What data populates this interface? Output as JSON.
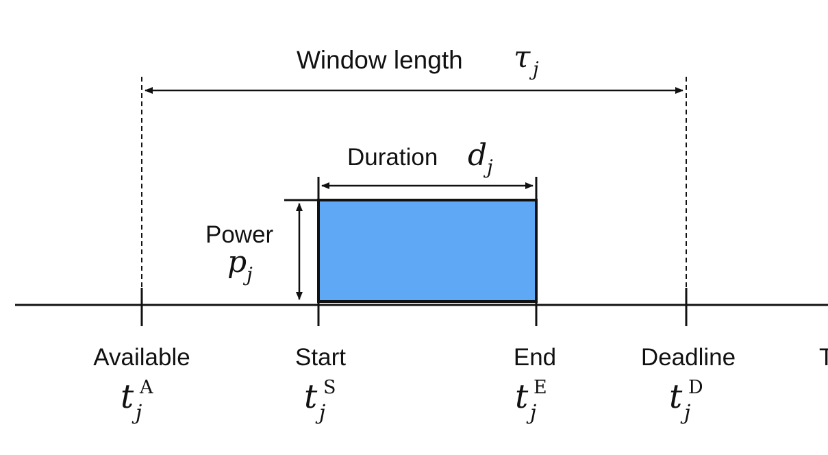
{
  "diagram": {
    "window": {
      "label": "Window length",
      "symbol": "τ",
      "subscript": "j"
    },
    "duration": {
      "label": "Duration",
      "symbol": "d",
      "subscript": "j"
    },
    "power": {
      "label": "Power",
      "symbol": "p",
      "subscript": "j"
    },
    "timeline_end_text": "T",
    "markers": [
      {
        "label": "Available",
        "symbol": "t",
        "subscript": "j",
        "superscript": "A"
      },
      {
        "label": "Start",
        "symbol": "t",
        "subscript": "j",
        "superscript": "S"
      },
      {
        "label": "End",
        "symbol": "t",
        "subscript": "j",
        "superscript": "E"
      },
      {
        "label": "Deadline",
        "symbol": "t",
        "subscript": "j",
        "superscript": "D"
      }
    ],
    "colors": {
      "block_fill": "#5fa8f5",
      "line": "#111111"
    }
  }
}
